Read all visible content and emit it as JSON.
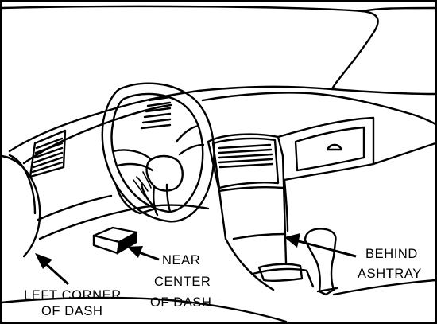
{
  "labels": {
    "left": [
      "LEFT CORNER",
      "OF DASH"
    ],
    "center": [
      "NEAR",
      "CENTER",
      "OF DASH"
    ],
    "behind": [
      "BEHIND",
      "ASHTRAY"
    ]
  }
}
